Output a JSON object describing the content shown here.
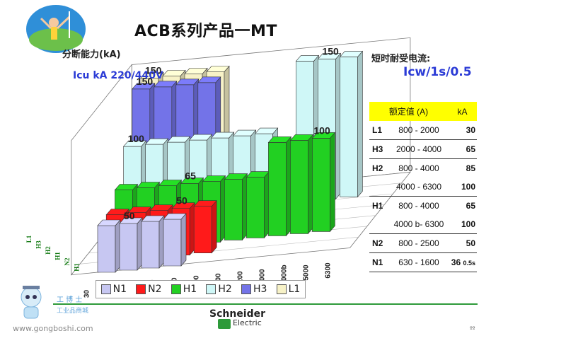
{
  "header": {
    "title": "ACB系列产品一MT",
    "left_subtitle": "分断能力(kA)",
    "icu_label": "Icu  kA  220/440V",
    "right_subtitle": "短时耐受电流:",
    "icw_label": "Icw/1s/0.5"
  },
  "chart_data": {
    "type": "bar",
    "title": "",
    "xlabel": "",
    "ylabel": "",
    "categories": [
      "800",
      "1000",
      "1250",
      "1600",
      "2000",
      "2500",
      "3200",
      "4000",
      "4000b",
      "5000",
      "6300"
    ],
    "series": [
      {
        "name": "N1",
        "color": "#c7c7f2",
        "values": [
          50,
          50,
          50,
          50,
          null,
          null,
          null,
          null,
          null,
          null,
          null
        ],
        "labels": [
          "50"
        ]
      },
      {
        "name": "N2",
        "color": "#ff1a1a",
        "values": [
          50,
          50,
          50,
          50,
          50,
          null,
          null,
          null,
          null,
          null,
          null
        ],
        "labels": [
          "50"
        ]
      },
      {
        "name": "H1",
        "color": "#22d022",
        "values": [
          65,
          65,
          65,
          65,
          65,
          65,
          65,
          100,
          100,
          100,
          null
        ],
        "labels": [
          "65",
          "100"
        ]
      },
      {
        "name": "H2",
        "color": "#cff7f7",
        "values": [
          100,
          100,
          100,
          100,
          100,
          100,
          100,
          null,
          null,
          null,
          null
        ],
        "labels": [
          "100"
        ]
      },
      {
        "name": "H3",
        "color": "#7373e8",
        "values": [
          150,
          150,
          150,
          150,
          null,
          null,
          null,
          null,
          null,
          null,
          null
        ],
        "labels": [
          "150"
        ]
      },
      {
        "name": "L1",
        "color": "#f7f2c7",
        "values": [
          150,
          150,
          150,
          150,
          null,
          null,
          null,
          null,
          null,
          null,
          null
        ],
        "labels": [
          "150"
        ]
      },
      {
        "name": "",
        "color": "#cff7f7",
        "values": [
          null,
          null,
          null,
          null,
          null,
          null,
          null,
          150,
          150,
          150,
          null
        ],
        "labels": [
          "150"
        ]
      }
    ],
    "depth_labels": [
      "L1",
      "H3",
      "H2",
      "H1",
      "N2",
      "H1"
    ],
    "visible_tick_labels": [
      "30",
      "00",
      "1000",
      "1250",
      "1600",
      "2000",
      "2500",
      "3200",
      "4000",
      "4000b",
      "5000",
      "6300"
    ],
    "legend": [
      "N1",
      "N2",
      "H1",
      "H2",
      "H3",
      "L1"
    ]
  },
  "table": {
    "header_range": "额定值 (A)",
    "header_unit": "kA",
    "rows": [
      {
        "label": "L1",
        "range": "800 - 2000",
        "value": "30",
        "note": ""
      },
      {
        "label": "H3",
        "range": "2000 - 4000",
        "value": "65",
        "note": ""
      },
      {
        "label": "H2",
        "range": "800 - 4000",
        "value": "85",
        "note": ""
      },
      {
        "label": "",
        "range": "4000 - 6300",
        "value": "100",
        "note": ""
      },
      {
        "label": "H1",
        "range": "800 - 4000",
        "value": "65",
        "note": ""
      },
      {
        "label": "",
        "range": "4000 b- 6300",
        "value": "100",
        "note": ""
      },
      {
        "label": "N2",
        "range": "800 - 2500",
        "value": "50",
        "note": ""
      },
      {
        "label": "N1",
        "range": "630 - 1600",
        "value": "36",
        "note": "0.5s"
      }
    ]
  },
  "footer": {
    "brand_line1": "Schneider",
    "brand_line2": "Electric",
    "watermark_url": "www.gongboshi.com",
    "watermark_cn1": "工 博 士",
    "watermark_cn2": "工业品商城",
    "page_mark": "ºº"
  }
}
